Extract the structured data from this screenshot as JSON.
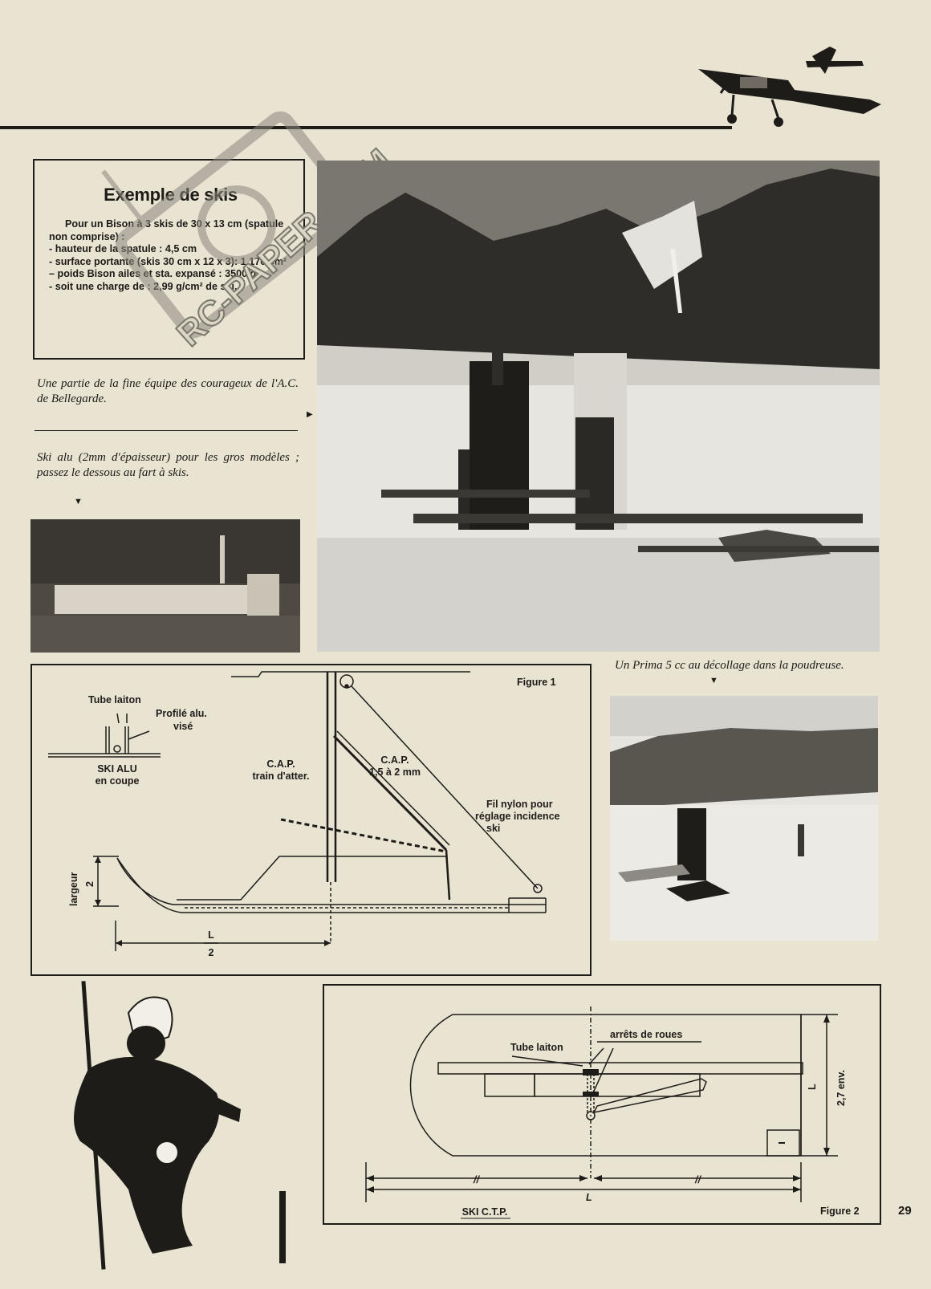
{
  "box": {
    "title": "Exemple de skis",
    "intro": "Pour un Bison à 3 skis de 30 x 13 cm (spatule non comprise) :",
    "items": [
      "- hauteur de la spatule : 4,5 cm",
      "- surface portante (skis 30 cm x 12 x 3): 1.170 cm²",
      "– poids Bison ailes et sta. expansé : 3500 g",
      "- soit une charge de : 2,99 g/cm² de ski."
    ]
  },
  "captions": {
    "team": "Une partie de la fine équipe des courageux de l'A.C. de Bellegarde.",
    "ski_alu": "Ski alu (2mm d'épaisseur) pour les gros modèles ; passez le dessous au fart à skis.",
    "prima": "Un Prima 5 cc au décollage dans la poudreuse."
  },
  "figure1": {
    "title": "Figure 1",
    "tube_laiton": "Tube laiton",
    "profile_alu_1": "Profilé alu.",
    "profile_alu_2": "visé",
    "ski_alu_1": "SKI ALU",
    "ski_alu_2": "en coupe",
    "cap_train_1": "C.A.P.",
    "cap_train_2": "train d'atter.",
    "cap_wire_1": "C.A.P.",
    "cap_wire_2": "1,5 à 2 mm",
    "fil_1": "Fil nylon pour",
    "fil_2": "réglage incidence",
    "fil_3": "ski",
    "largeur": "largeur",
    "two": "2",
    "L": "L",
    "L_den": "2"
  },
  "figure2": {
    "title": "Figure 2",
    "tube_laiton": "Tube laiton",
    "arrets": "arrêts de roues",
    "ski_ctp": "SKI C.T.P.",
    "L_vert": "L",
    "env": "2,7 env.",
    "L_horiz": "L",
    "half_mark": "//"
  },
  "watermark": "RC-PAPER.COM",
  "page_number": "29"
}
